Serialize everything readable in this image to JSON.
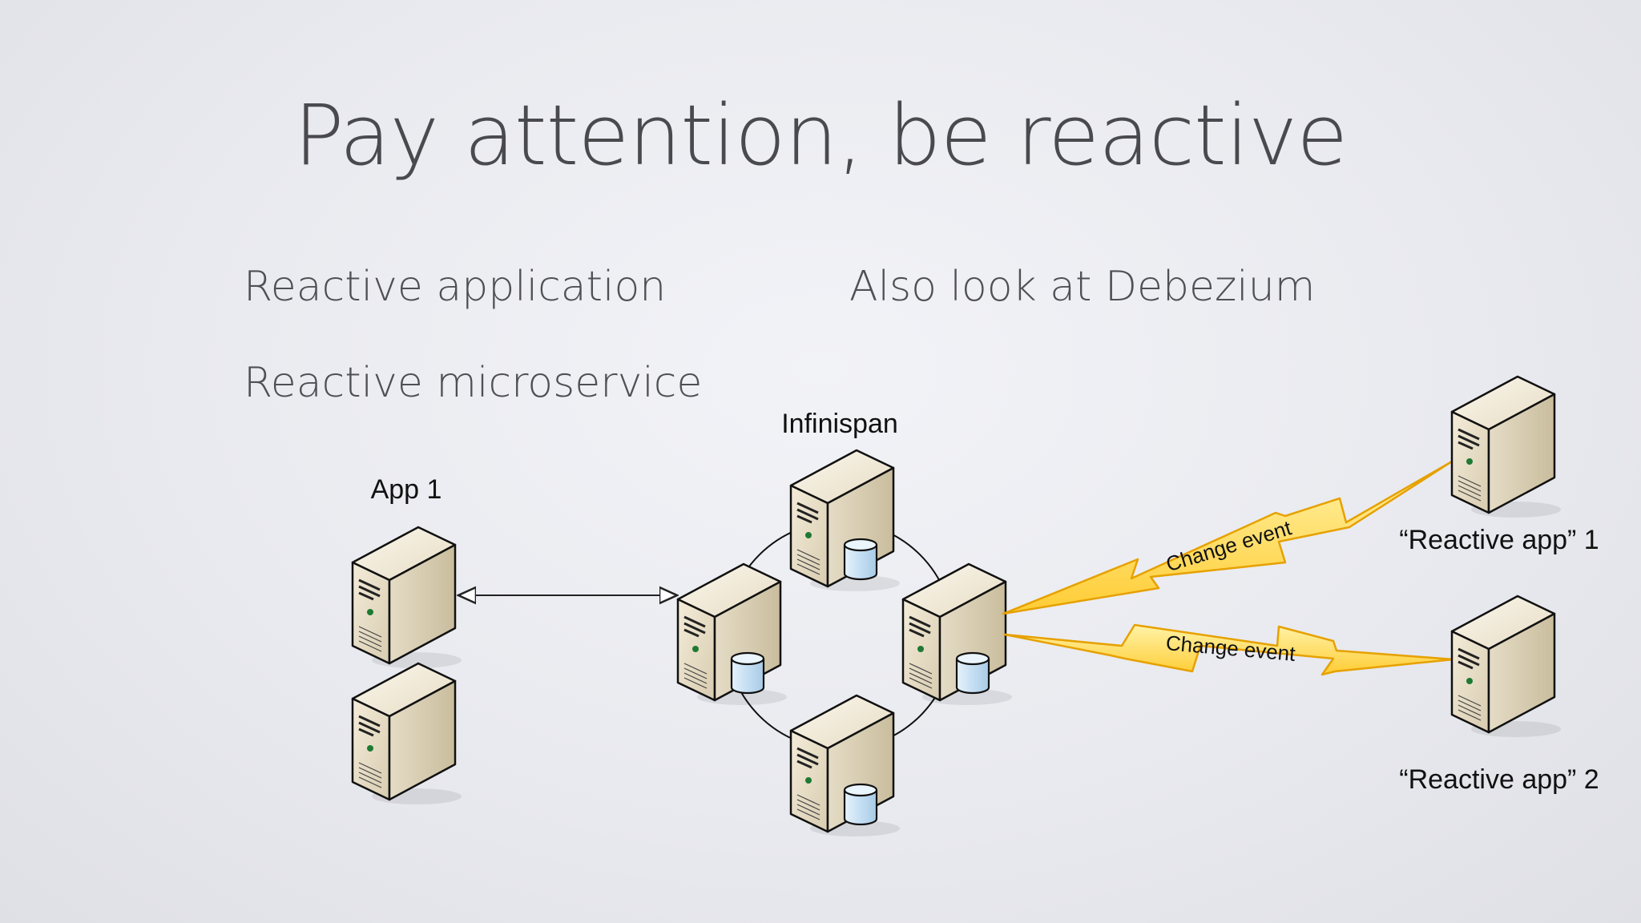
{
  "title": "Pay attention, be reactive",
  "bullets": [
    "Reactive application",
    "Reactive microservice",
    "Also look at Debezium"
  ],
  "diagram": {
    "app_label": "App 1",
    "cluster_label": "Infinispan",
    "event_label_1": "Change event",
    "event_label_2": "Change event",
    "reactive_app_1": "“Reactive app” 1",
    "reactive_app_2": "“Reactive app” 2"
  },
  "colors": {
    "server_face": "#e8dcc2",
    "server_side": "#c5b898",
    "bolt_fill": "#ffd84d",
    "bolt_stroke": "#e8a200",
    "db_fill": "#cfe6f6"
  }
}
